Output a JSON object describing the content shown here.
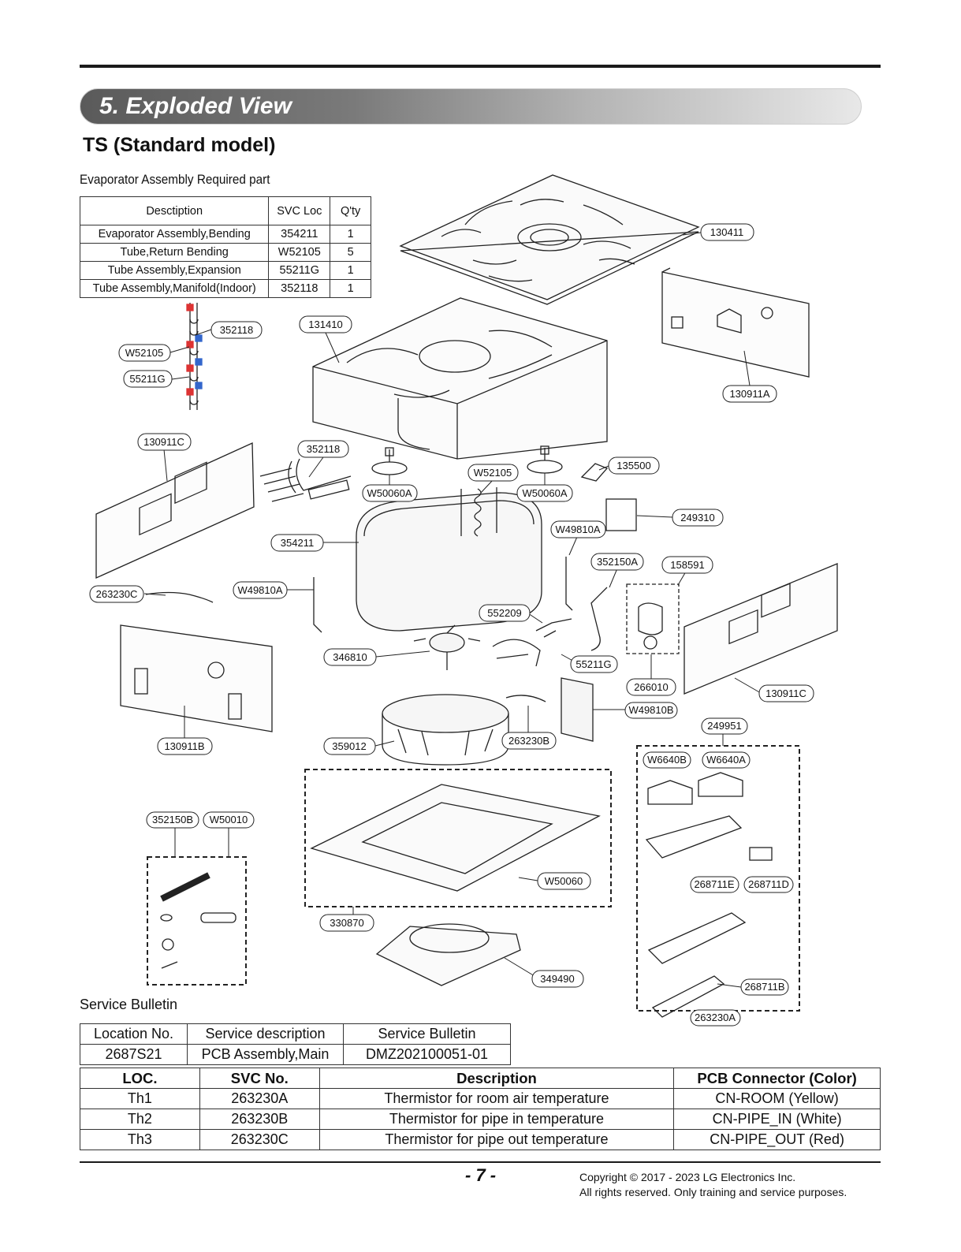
{
  "header": {
    "section_title": "5. Exploded View",
    "model_title": "TS (Standard model)"
  },
  "required_parts": {
    "caption": "Evaporator Assembly Required part",
    "columns": [
      "Desctiption",
      "SVC Loc",
      "Q'ty"
    ],
    "rows": [
      [
        "Evaporator Assembly,Bending",
        "354211",
        "1"
      ],
      [
        "Tube,Return Bending",
        "W52105",
        "5"
      ],
      [
        "Tube Assembly,Expansion",
        "55211G",
        "1"
      ],
      [
        "Tube Assembly,Manifold(Indoor)",
        "352118",
        "1"
      ]
    ]
  },
  "callouts": {
    "c130411": "130411",
    "c130911A": "130911A",
    "c131410": "131410",
    "c352118a": "352118",
    "cW52105a": "W52105",
    "c55211Ga": "55211G",
    "c130911C_left": "130911C",
    "c352118b": "352118",
    "cW50060A_left": "W50060A",
    "cW52105b": "W52105",
    "cW50060A_right": "W50060A",
    "c135500": "135500",
    "c249310": "249310",
    "cW49810A_right": "W49810A",
    "c354211": "354211",
    "c352150A": "352150A",
    "c158591": "158591",
    "c263230C": "263230C",
    "cW49810A_left": "W49810A",
    "c552209": "552209",
    "c346810": "346810",
    "c55211Gb": "55211G",
    "c266010": "266010",
    "c130911C_right": "130911C",
    "cW49810B": "W49810B",
    "c249951": "249951",
    "c130911B": "130911B",
    "c359012": "359012",
    "c263230B": "263230B",
    "cW6640B": "W6640B",
    "cW6640A": "W6640A",
    "c352150B": "352150B",
    "cW50010": "W50010",
    "cW50060": "W50060",
    "c268711E": "268711E",
    "c268711D": "268711D",
    "c330870": "330870",
    "c349490": "349490",
    "c268711B": "268711B",
    "c263230A": "263230A"
  },
  "service_bulletin": {
    "caption": "Service Bulletin",
    "columns": [
      "Location No.",
      "Service description",
      "Service Bulletin"
    ],
    "rows": [
      [
        "2687S21",
        "PCB Assembly,Main",
        "DMZ202100051-01"
      ]
    ]
  },
  "thermistors": {
    "columns": [
      "LOC.",
      "SVC No.",
      "Description",
      "PCB Connector (Color)"
    ],
    "rows": [
      [
        "Th1",
        "263230A",
        "Thermistor for room air temperature",
        "CN-ROOM (Yellow)"
      ],
      [
        "Th2",
        "263230B",
        "Thermistor for pipe in temperature",
        "CN-PIPE_IN (White)"
      ],
      [
        "Th3",
        "263230C",
        "Thermistor for pipe out temperature",
        "CN-PIPE_OUT (Red)"
      ]
    ]
  },
  "footer": {
    "page_number": "- 7 -",
    "copyright_line1": "Copyright © 2017 - 2023 LG Electronics Inc.",
    "copyright_line2": "All rights reserved. Only training and service purposes."
  }
}
